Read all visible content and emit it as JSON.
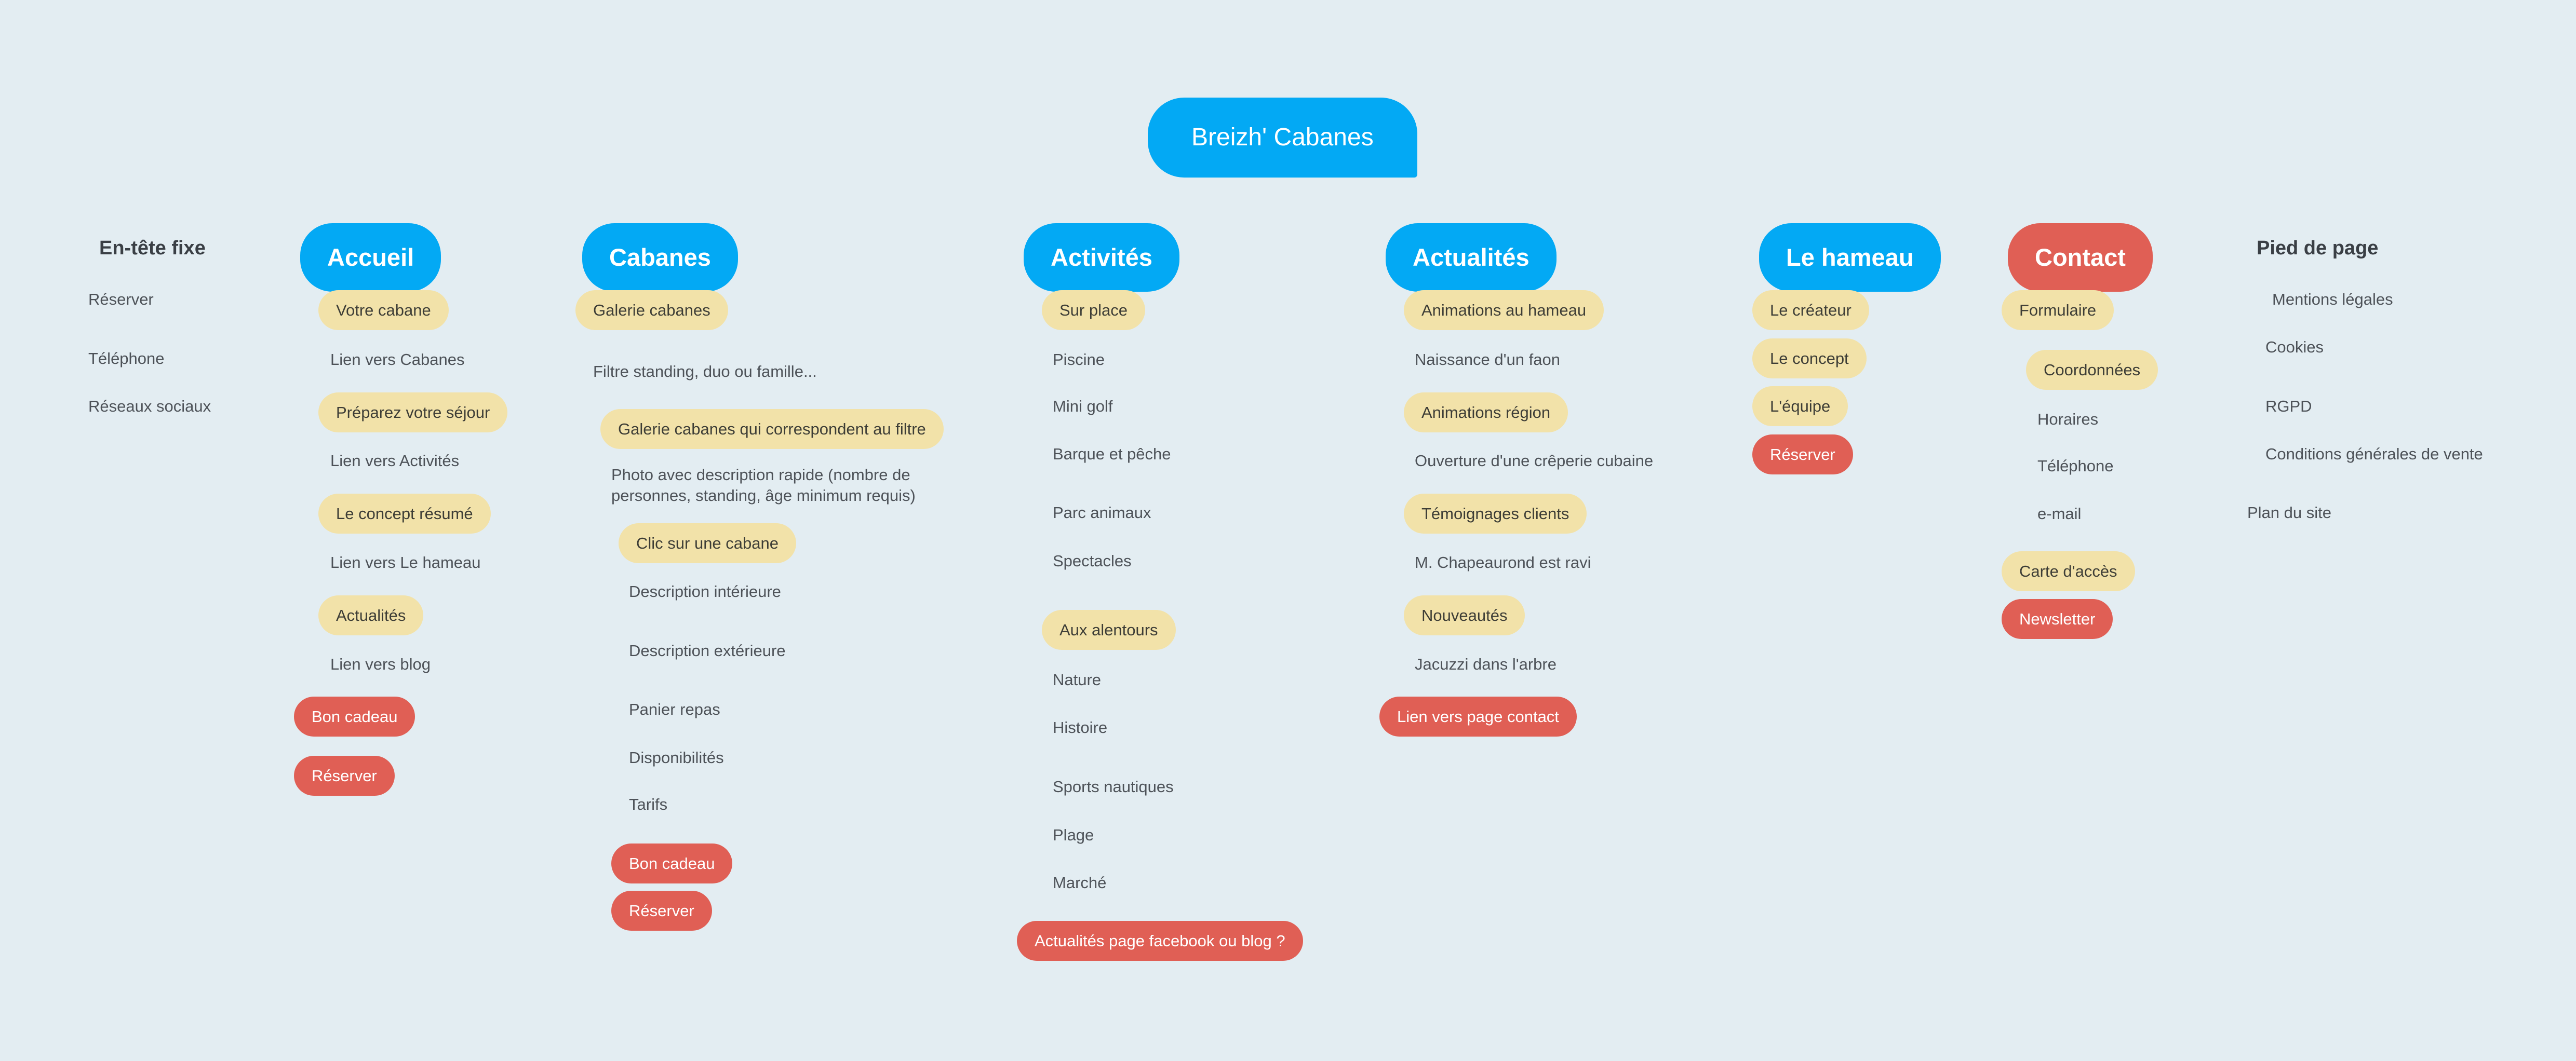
{
  "root": {
    "label": "Breizh' Cabanes"
  },
  "entete": {
    "title": "En-tête fixe",
    "items": [
      "Réserver",
      "Téléphone",
      "Réseaux sociaux"
    ]
  },
  "accueil": {
    "title": "Accueil",
    "votre_cabane": "Votre cabane",
    "lien_cabanes": "Lien vers Cabanes",
    "preparez": "Préparez votre séjour",
    "lien_activites": "Lien vers Activités",
    "concept": "Le concept résumé",
    "lien_hameau": "Lien vers Le hameau",
    "actualites": "Actualités",
    "lien_blog": "Lien vers blog",
    "bon_cadeau": "Bon cadeau",
    "reserver": "Réserver"
  },
  "cabanes": {
    "title": "Cabanes",
    "galerie": "Galerie cabanes",
    "filtre": "Filtre standing, duo ou famille...",
    "galerie_filtre": "Galerie cabanes qui correspondent au filtre",
    "photo_line1": "Photo avec description rapide (nombre de",
    "photo_line2": "personnes, standing, âge minimum requis)",
    "clic": "Clic sur une cabane",
    "desc_int": "Description intérieure",
    "desc_ext": "Description extérieure",
    "panier": "Panier repas",
    "dispo": "Disponibilités",
    "tarifs": "Tarifs",
    "bon_cadeau": "Bon cadeau",
    "reserver": "Réserver"
  },
  "activites": {
    "title": "Activités",
    "sur_place": "Sur place",
    "piscine": "Piscine",
    "mini_golf": "Mini golf",
    "barque": "Barque et pêche",
    "parc": "Parc animaux",
    "spectacles": "Spectacles",
    "aux_alentours": "Aux alentours",
    "nature": "Nature",
    "histoire": "Histoire",
    "sports": "Sports nautiques",
    "plage": "Plage",
    "marche": "Marché",
    "actualites_fb": "Actualités page facebook ou blog ?"
  },
  "actualites": {
    "title": "Actualités",
    "animations_hameau": "Animations au hameau",
    "naissance": "Naissance d'un faon",
    "animations_region": "Animations région",
    "ouverture": "Ouverture d'une crêperie cubaine",
    "temoignages": "Témoignages clients",
    "chapeaurond": "M. Chapeaurond est ravi",
    "nouveautes": "Nouveautés",
    "jacuzzi": "Jacuzzi dans l'arbre",
    "lien_contact": "Lien vers page contact"
  },
  "hameau": {
    "title": "Le hameau",
    "createur": "Le créateur",
    "concept": "Le concept",
    "equipe": "L'équipe",
    "reserver": "Réserver"
  },
  "contact": {
    "title": "Contact",
    "formulaire": "Formulaire",
    "coordonnees": "Coordonnées",
    "horaires": "Horaires",
    "telephone": "Téléphone",
    "email": "e-mail",
    "carte": "Carte d'accès",
    "newsletter": "Newsletter"
  },
  "pied": {
    "title": "Pied de page",
    "mentions": "Mentions légales",
    "cookies": "Cookies",
    "rgpd": "RGPD",
    "cgv": "Conditions générales de vente",
    "plan": "Plan du site"
  },
  "colors": {
    "background": "#e3edf2",
    "blue_node": "#03a9f4",
    "red_node": "#e05f55",
    "yellow_node": "#f2e2a9"
  }
}
